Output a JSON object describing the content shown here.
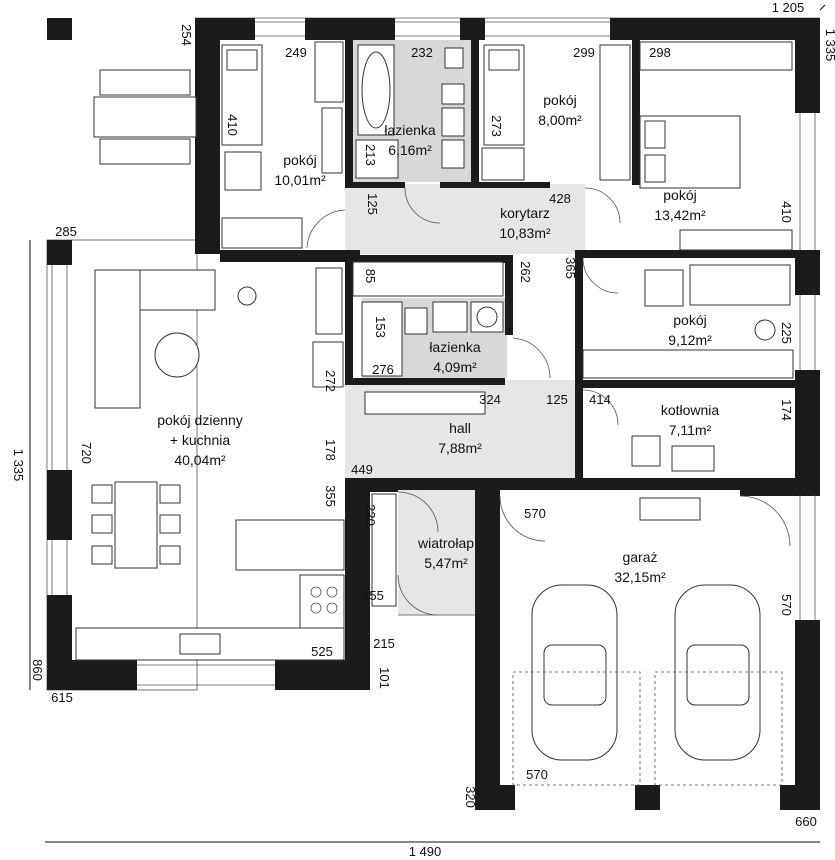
{
  "rooms": {
    "bedroom_nw": {
      "name": "pokój",
      "area": "10,01m²"
    },
    "bath_top": {
      "name": "łazienka",
      "area": "6,16m²"
    },
    "bedroom_top": {
      "name": "pokój",
      "area": "8,00m²"
    },
    "bedroom_ne": {
      "name": "pokój",
      "area": "13,42m²"
    },
    "corridor": {
      "name": "korytarz",
      "area": "10,83m²"
    },
    "bath_mid": {
      "name": "łazienka",
      "area": "4,09m²"
    },
    "bedroom_e": {
      "name": "pokój",
      "area": "9,12m²"
    },
    "living": {
      "name": "pokój dzienny",
      "name2": "+ kuchnia",
      "area": "40,04m²"
    },
    "hall": {
      "name": "hall",
      "area": "7,88m²"
    },
    "boiler": {
      "name": "kotłownia",
      "area": "7,11m²"
    },
    "windbreak": {
      "name": "wiatrołap",
      "area": "5,47m²"
    },
    "garage": {
      "name": "garaż",
      "area": "32,15m²"
    }
  },
  "dimensions": {
    "total_width": "1 490",
    "total_height": "1 335",
    "top_right": "1 205",
    "right_top": "1 335",
    "d254": "254",
    "d249": "249",
    "d232": "232",
    "d299": "299",
    "d298": "298",
    "d410a": "410",
    "d410b": "410",
    "d213": "213",
    "d273": "273",
    "d428": "428",
    "d125a": "125",
    "d365": "365",
    "d262": "262",
    "d85": "85",
    "d153": "153",
    "d276": "276",
    "d225": "225",
    "d285": "285",
    "d272": "272",
    "d324": "324",
    "d125b": "125",
    "d414": "414",
    "d174": "174",
    "d178": "178",
    "d449": "449",
    "d720": "720",
    "d355": "355",
    "d220": "220",
    "d255": "255",
    "d215": "215",
    "d101": "101",
    "d525": "525",
    "d570a": "570",
    "d570b": "570",
    "d860": "860",
    "d615": "615",
    "d320": "320",
    "d660": "660"
  }
}
